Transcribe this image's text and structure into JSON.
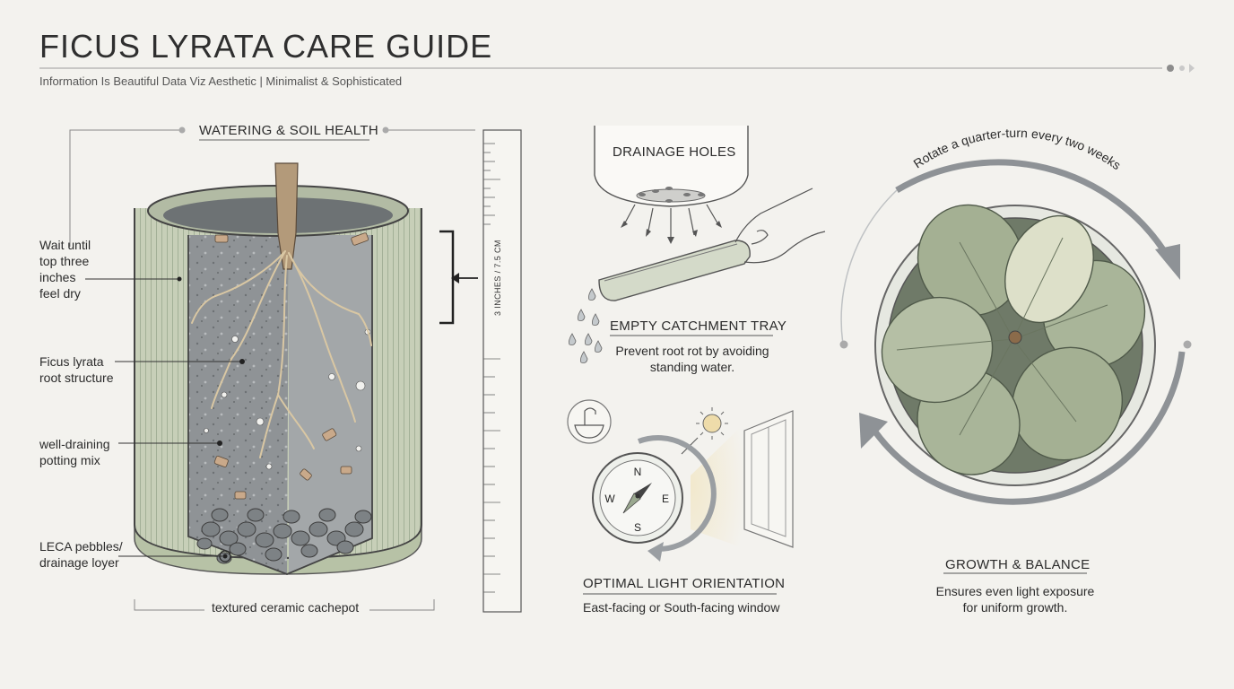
{
  "header": {
    "title": "FICUS LYRATA CARE GUIDE",
    "subtitle": "Information Is Beautiful Data Viz Aesthetic | Minimalist & Sophisticated"
  },
  "watering": {
    "heading": "WATERING & SOIL HEALTH",
    "dry_note": [
      "Wait until",
      "top three",
      "inches",
      "feel dry"
    ],
    "roots": [
      "Ficus lyrata",
      "root structure"
    ],
    "mix": [
      "well-draining",
      "potting mix"
    ],
    "leca": [
      "LECA pebbles/",
      "drainage loyer"
    ],
    "pot": "textured ceramic cachepot",
    "ruler": "3 INCHES / 7.5 CM"
  },
  "drainage": {
    "holes": "DRAINAGE HOLES",
    "tray_heading": "EMPTY CATCHMENT TRAY",
    "tray_text": [
      "Prevent root rot by avoiding",
      "standing water."
    ]
  },
  "light": {
    "heading": "OPTIMAL LIGHT ORIENTATION",
    "text": "East-facing or South-facing window",
    "compass": {
      "n": "N",
      "s": "S",
      "e": "E",
      "w": "W"
    }
  },
  "growth": {
    "rotate": "Rotate a quarter-turn every two weeks",
    "heading": "GROWTH & BALANCE",
    "text": [
      "Ensures even light exposure",
      "for uniform growth."
    ]
  },
  "colors": {
    "sage": "#9aa88f",
    "soil": "#8a8e90",
    "ink": "#2b2b2b",
    "arrow": "#8e9296"
  }
}
